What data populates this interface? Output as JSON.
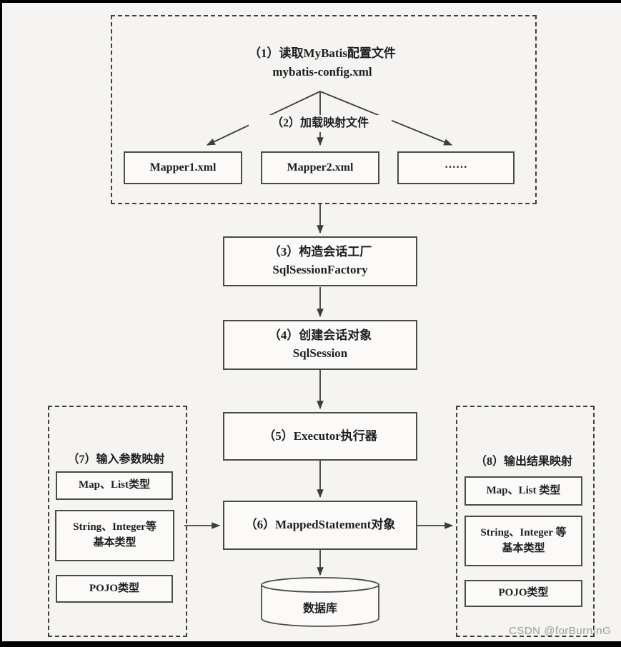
{
  "diagram_title": "MyBatis working-principle flowchart",
  "colors": {
    "background": "#f5f4f2",
    "box_background": "#fbfaf9",
    "line": "#3d3d3b",
    "border": "#4a4a48",
    "frame": "#000000",
    "watermark": "#9b9b9b"
  },
  "config_group": {
    "step1_line1": "（1）读取MyBatis配置文件",
    "step1_line2": "mybatis-config.xml",
    "step2_label": "（2）加载映射文件",
    "mappers": [
      {
        "label": "Mapper1.xml"
      },
      {
        "label": "Mapper2.xml"
      },
      {
        "label": "······"
      }
    ]
  },
  "flow": {
    "step3": {
      "line1": "（3）构造会话工厂",
      "line2": "SqlSessionFactory"
    },
    "step4": {
      "line1": "（4）创建会话对象",
      "line2": "SqlSession"
    },
    "step5": {
      "line1": "（5）Executor执行器"
    },
    "step6": {
      "line1": "（6）MappedStatement对象"
    }
  },
  "database": {
    "label": "数据库"
  },
  "input_group": {
    "title": "（7）输入参数映射",
    "items": [
      {
        "line1": "Map、List类型"
      },
      {
        "line1": "String、Integer等",
        "line2": "基本类型"
      },
      {
        "line1": "POJO类型"
      }
    ]
  },
  "output_group": {
    "title": "（8）输出结果映射",
    "items": [
      {
        "line1": "Map、List 类型"
      },
      {
        "line1": "String、Integer 等",
        "line2": "基本类型"
      },
      {
        "line1": "POJO类型"
      }
    ]
  },
  "watermark": {
    "text": "CSDN @forBurnInG"
  }
}
